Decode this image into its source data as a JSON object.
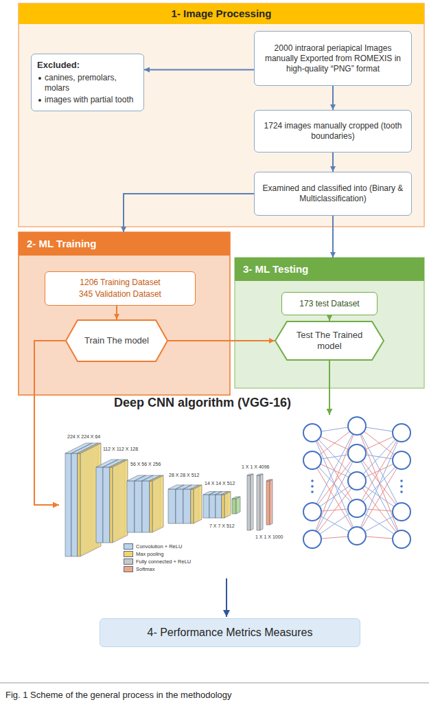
{
  "diagram": {
    "caption": "Fig. 1 Scheme of the general process in the methodology",
    "nodes": [
      {
        "text": [
          "1- Image Processing"
        ]
      },
      {
        "text": [
          "2000 intraoral periapical Images manually Exported from ROMEXIS in high-quality “PNG” format"
        ],
        "in": 0
      },
      {
        "text": [
          "Excluded:",
          "canines, premolars, molars",
          "images with partial tooth"
        ],
        "in": 0
      },
      {
        "text": [
          "1724 images manually cropped (tooth boundaries)"
        ],
        "in": 0
      },
      {
        "text": [
          "Examined and classified into (Binary & Multiclassification)"
        ],
        "in": 0
      },
      {
        "text": [
          "2- ML Training"
        ]
      },
      {
        "text": [
          "1206 Training Dataset",
          "345 Validation Dataset"
        ],
        "in": 5
      },
      {
        "text": [
          "Train The model"
        ],
        "in": 5
      },
      {
        "text": [
          "3- ML Testing"
        ]
      },
      {
        "text": [
          "173 test Dataset"
        ],
        "in": 8
      },
      {
        "text": [
          "Test The Trained model"
        ],
        "in": 8
      },
      {
        "text": [
          "4- Performance Metrics Measures"
        ]
      }
    ],
    "edges": [
      {
        "from": 1,
        "to": 2,
        "arrow": "to"
      },
      {
        "from": 1,
        "to": 3,
        "arrow": "to"
      },
      {
        "from": 3,
        "to": 4,
        "arrow": "to"
      },
      {
        "from": 4,
        "to": 5,
        "arrow": "to"
      },
      {
        "from": 4,
        "to": 8,
        "arrow": "to"
      },
      {
        "from": 6,
        "to": 7,
        "arrow": "to"
      },
      {
        "from": 9,
        "to": 10,
        "arrow": "to"
      },
      {
        "from": 7,
        "to": 10,
        "arrow": "to"
      }
    ],
    "labels": [
      "Deep CNN algorithm (VGG-16)",
      "224 X 224 X 64",
      "112 X 112 X 128",
      "56 X 56 X 256",
      "28 X 28 X 512",
      "14 X 14 X 512",
      "7 X 7 X 512",
      "1 X 1 X 4096",
      "1 X 1 X 1000"
    ],
    "legend": [
      {
        "text": "Convolution + ReLU",
        "color": "#bcd3ea"
      },
      {
        "text": "Max pooling",
        "color": "#f3d36b"
      },
      {
        "text": "Fully connected + ReLU",
        "color": "#c8c8c8"
      },
      {
        "text": "Softmax",
        "color": "#f0a586"
      }
    ]
  }
}
